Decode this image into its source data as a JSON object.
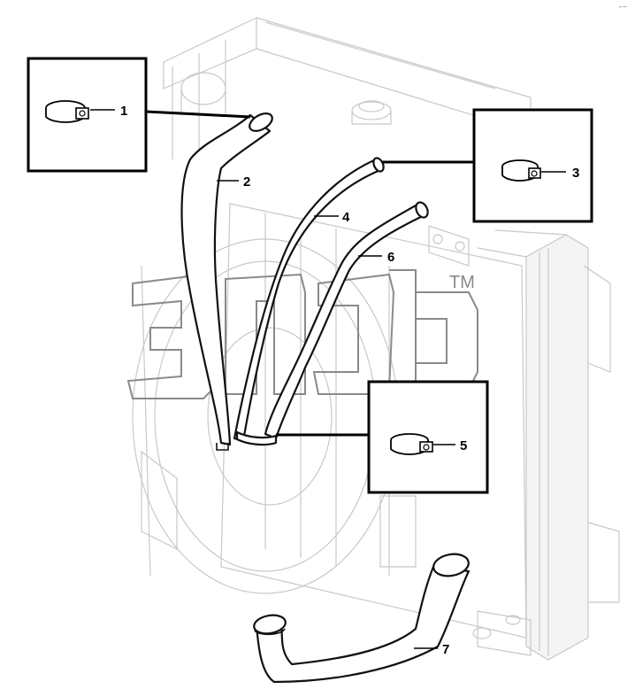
{
  "diagram": {
    "callouts": [
      {
        "id": "1",
        "label": "1"
      },
      {
        "id": "2",
        "label": "2"
      },
      {
        "id": "3",
        "label": "3"
      },
      {
        "id": "4",
        "label": "4"
      },
      {
        "id": "5",
        "label": "5"
      },
      {
        "id": "6",
        "label": "6"
      },
      {
        "id": "7",
        "label": "7"
      }
    ],
    "watermark": {
      "trademark": "TM"
    },
    "corner_mark": "⌐⌐"
  }
}
